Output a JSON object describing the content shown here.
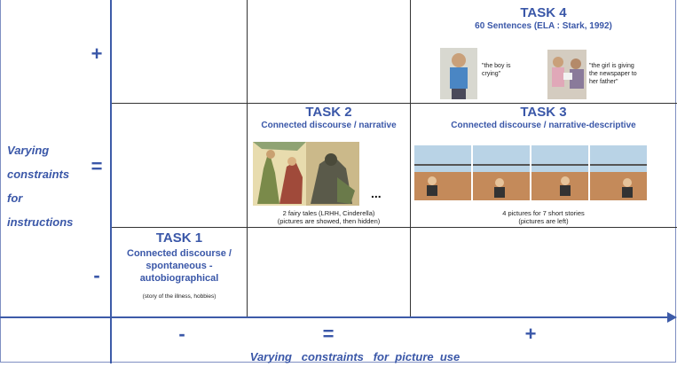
{
  "y_axis": {
    "label_lines": [
      "Varying",
      "constraints",
      "for",
      "instructions"
    ],
    "levels": {
      "plus": "+",
      "equal": "=",
      "minus": "-"
    }
  },
  "x_axis": {
    "label": "Varying   constraints   for  picture  use",
    "levels": {
      "minus": "-",
      "equal": "=",
      "plus": "+"
    }
  },
  "tasks": {
    "task1": {
      "title": "TASK 1",
      "subtitle_lines": [
        "Connected discourse /",
        "spontaneous -",
        "autobiographical"
      ],
      "note": "(story of the illness, hobbies)"
    },
    "task2": {
      "title": "TASK 2",
      "subtitle": "Connected discourse / narrative",
      "ellipsis": "...",
      "note_lines": [
        "2 fairy tales (LRHH, Cinderella)",
        "(pictures are showed, then hidden)"
      ]
    },
    "task3": {
      "title": "TASK 3",
      "subtitle": "Connected discourse / narrative-descriptive",
      "note_lines": [
        "4 pictures for 7 short stories",
        "(pictures are left)"
      ]
    },
    "task4": {
      "title": "TASK 4",
      "subtitle": "60 Sentences (ELA : Stark, 1992)",
      "caption1_lines": [
        "\"the boy is",
        "crying\""
      ],
      "caption2_lines": [
        "\"the girl is giving",
        "the newspaper to",
        "her father\""
      ]
    }
  },
  "colors": {
    "accent": "#3a57a8",
    "grid": "#333333"
  }
}
